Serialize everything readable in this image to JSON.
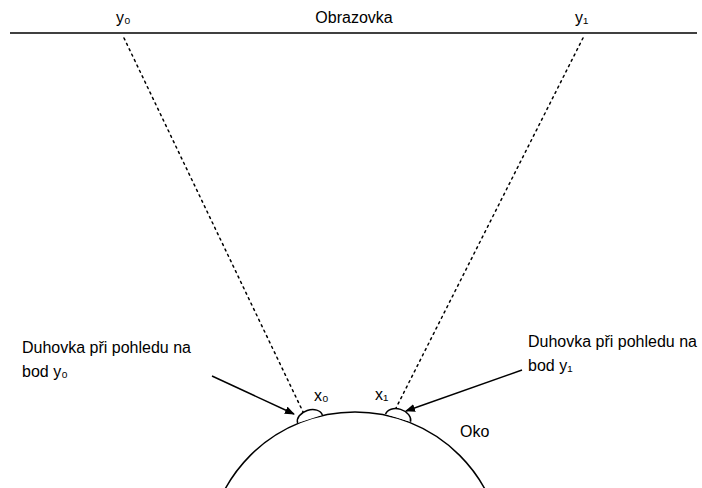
{
  "diagram": {
    "labels": [
      "Obrazovka",
      "y₀",
      "y₁",
      "Duhovka při pohledu na bod y₀",
      "Duhovka při pohledu na bod y₁",
      "x₀",
      "x₁",
      "Oko"
    ]
  }
}
